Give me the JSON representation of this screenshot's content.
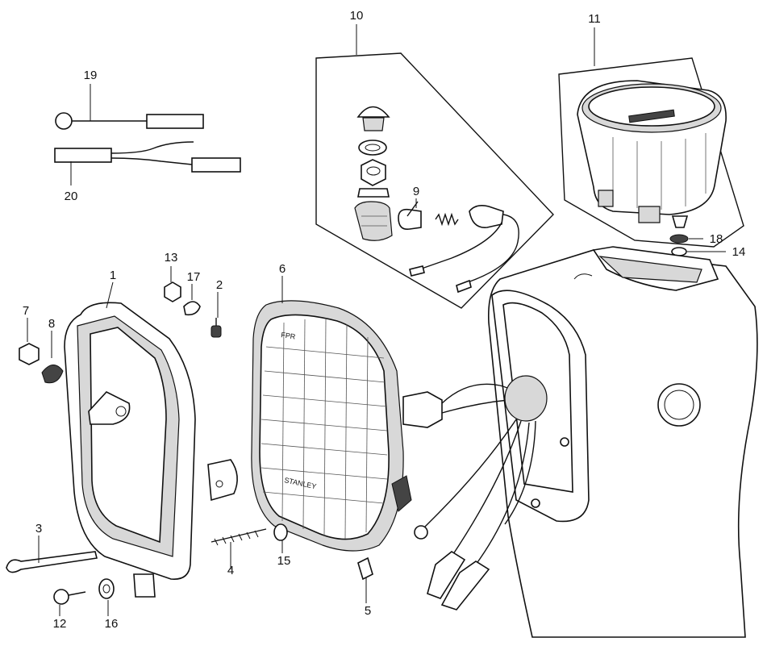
{
  "callouts": {
    "p1": "1",
    "p2": "2",
    "p3": "3",
    "p4": "4",
    "p5": "5",
    "p6": "6",
    "p7": "7",
    "p8": "8",
    "p9": "9",
    "p10": "10",
    "p11": "11",
    "p12": "12",
    "p13": "13",
    "p14": "14",
    "p15": "15",
    "p16": "16",
    "p17": "17",
    "p18": "18",
    "p19": "19",
    "p20": "20"
  },
  "lens_markings": {
    "top": "FPR",
    "bottom": "STANLEY"
  },
  "colors": {
    "ink": "#111111",
    "paper": "#ffffff",
    "shade": "#d8d8d8"
  }
}
